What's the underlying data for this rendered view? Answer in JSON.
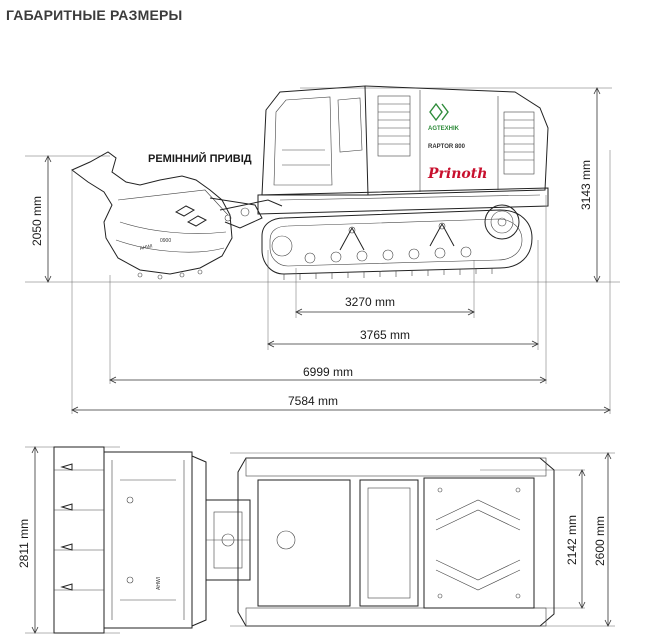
{
  "title": "ГАБАРИТНЫЕ РАЗМЕРЫ",
  "callouts": {
    "belt_drive": "РЕМІННИЙ ПРИВІД"
  },
  "branding": {
    "dealer": "AGTEXHIK",
    "model": "RAPTOR 800",
    "maker": "Prinoth",
    "accent_color": "#c8102e",
    "dealer_color": "#2e8b3a"
  },
  "side_view": {
    "height_head": "2050 mm",
    "height_total": "3143 mm",
    "track_inner": "3270 mm",
    "track_outer": "3765 mm",
    "length_machine": "6999 mm",
    "length_total": "7584 mm"
  },
  "top_view": {
    "width_head": "2811 mm",
    "width_tracks": "2142 mm",
    "width_total": "2600 mm"
  }
}
